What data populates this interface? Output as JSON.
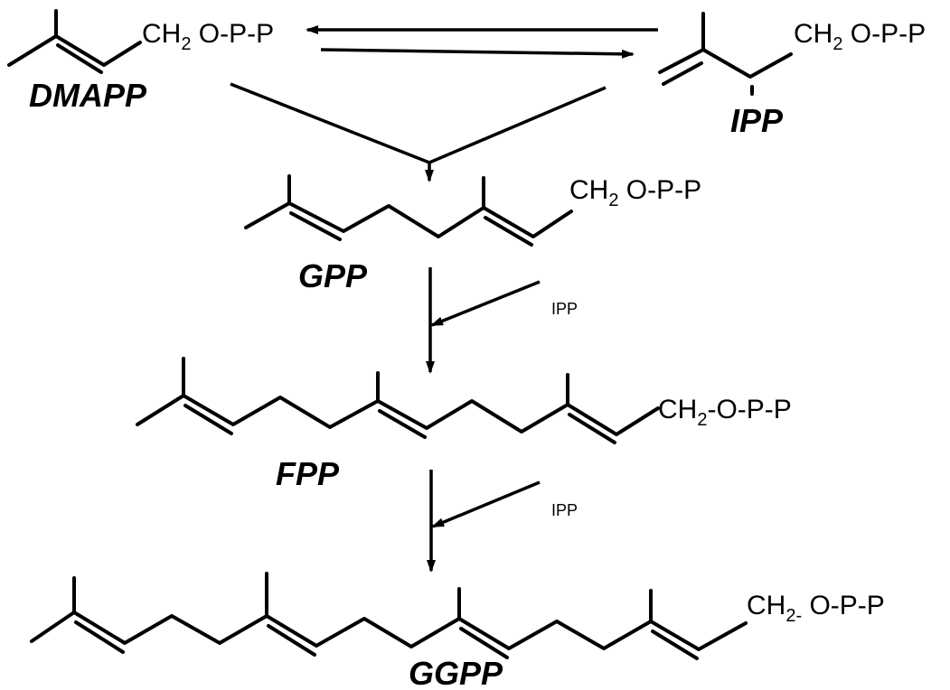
{
  "title": "",
  "compounds": {
    "dmapp": {
      "name": "DMAPP",
      "ch_label": "CH",
      "sub": "2",
      "tail": " O-P-P"
    },
    "ipp": {
      "name": "IPP",
      "ch_label": "CH",
      "sub": "2",
      "tail": " O-P-P"
    },
    "gpp": {
      "name": "GPP",
      "ch_label": "CH",
      "sub": "2",
      "tail": " O-P-P"
    },
    "fpp": {
      "name": "FPP",
      "ch_label": "CH",
      "sub": "2",
      "tail": "-O-P-P"
    },
    "ggpp": {
      "name": "GGPP",
      "ch_label": "CH",
      "sub": "2-",
      "tail": " O-P-P"
    }
  },
  "reagents": {
    "step2": "IPP",
    "step3": "IPP"
  },
  "colors": {
    "ink": "#000000",
    "background": "#ffffff"
  }
}
